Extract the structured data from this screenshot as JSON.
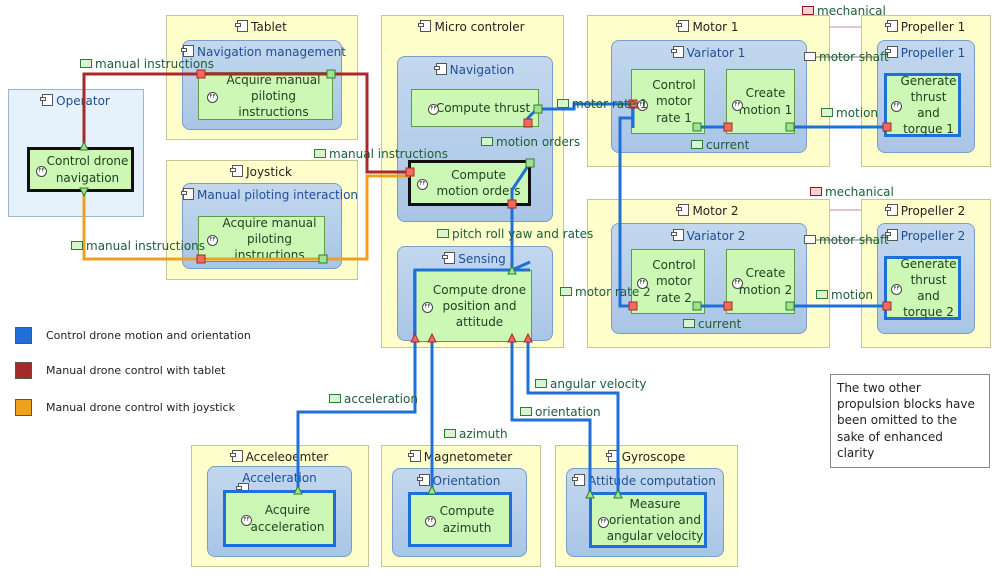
{
  "components": {
    "operator": "Operator",
    "tablet": "Tablet",
    "joystick": "Joystick",
    "micro": "Micro controler",
    "motor1": "Motor 1",
    "motor2": "Motor 2",
    "propeller1": "Propeller 1",
    "propeller2": "Propeller 2",
    "accelerometer": "Acceleoemter",
    "magnetometer": "Magnetometer",
    "gyroscope": "Gyroscope"
  },
  "subsystems": {
    "nav_management": "Navigation management",
    "manual_piloting": "Manual piloting interaction",
    "navigation": "Navigation",
    "sensing": "Sensing",
    "variator1": "Variator 1",
    "variator2": "Variator 2",
    "propeller1": "Propeller 1",
    "propeller2": "Propeller 2",
    "acceleration": "Acceleration",
    "orientation": "Orientation",
    "attitude": "Attitude computation"
  },
  "functions": {
    "control_drone_navigation": "Control drone navigation",
    "acquire_manual_tablet": "Acquire manual piloting instructions",
    "acquire_manual_joystick": "Acquire manual piloting instructions",
    "compute_thrust": "Compute thrust",
    "compute_motion_orders": "Compute motion orders",
    "compute_position": "Compute drone position and attitude",
    "control_rate1": "Control motor rate 1",
    "create_motion1": "Create motion 1",
    "control_rate2": "Control motor rate 2",
    "create_motion2": "Create motion 2",
    "gen_thrust1": "Generate thrust and torque 1",
    "gen_thrust2": "Generate thrust and torque 2",
    "acquire_accel": "Acquire acceleration",
    "compute_azimuth": "Compute azimuth",
    "measure_orientation": "Measure orientation and angular velocity"
  },
  "exchanges": {
    "manual_instr_tablet": "manual instructions",
    "manual_instr_micro": "manual instructions",
    "manual_instr_joystick": "manual instructions",
    "motor_rate1": "motor rate 1",
    "motor_rate2": "motor rate 2",
    "motion_orders": "motion orders",
    "pitch_roll": "pitch roll yaw and rates",
    "current1": "current",
    "current2": "current",
    "motion1": "motion",
    "motion2": "motion",
    "motor_shaft1": "motor shaft",
    "motor_shaft2": "motor shaft",
    "mechanical1": "mechanical",
    "mechanical2": "mechanical",
    "acceleration": "acceleration",
    "azimuth": "azimuth",
    "orientation": "orientation",
    "angular_velocity": "angular velocity"
  },
  "legend": [
    {
      "label": "Control drone motion and orientation",
      "color": "#1f6fd8"
    },
    {
      "label": "Manual drone control with tablet",
      "color": "#a52a2a"
    },
    {
      "label": "Manual drone control with joystick",
      "color": "#f0a020"
    }
  ],
  "note": "The two other propulsion blocks have been omitted to the sake of enhanced clarity",
  "colors": {
    "blue_chain": "#1f6fd8",
    "red_chain": "#a52a2a",
    "orange_chain": "#f0a020",
    "function_fill": "#ccf7b5",
    "component_fill": "#ffffcc"
  }
}
